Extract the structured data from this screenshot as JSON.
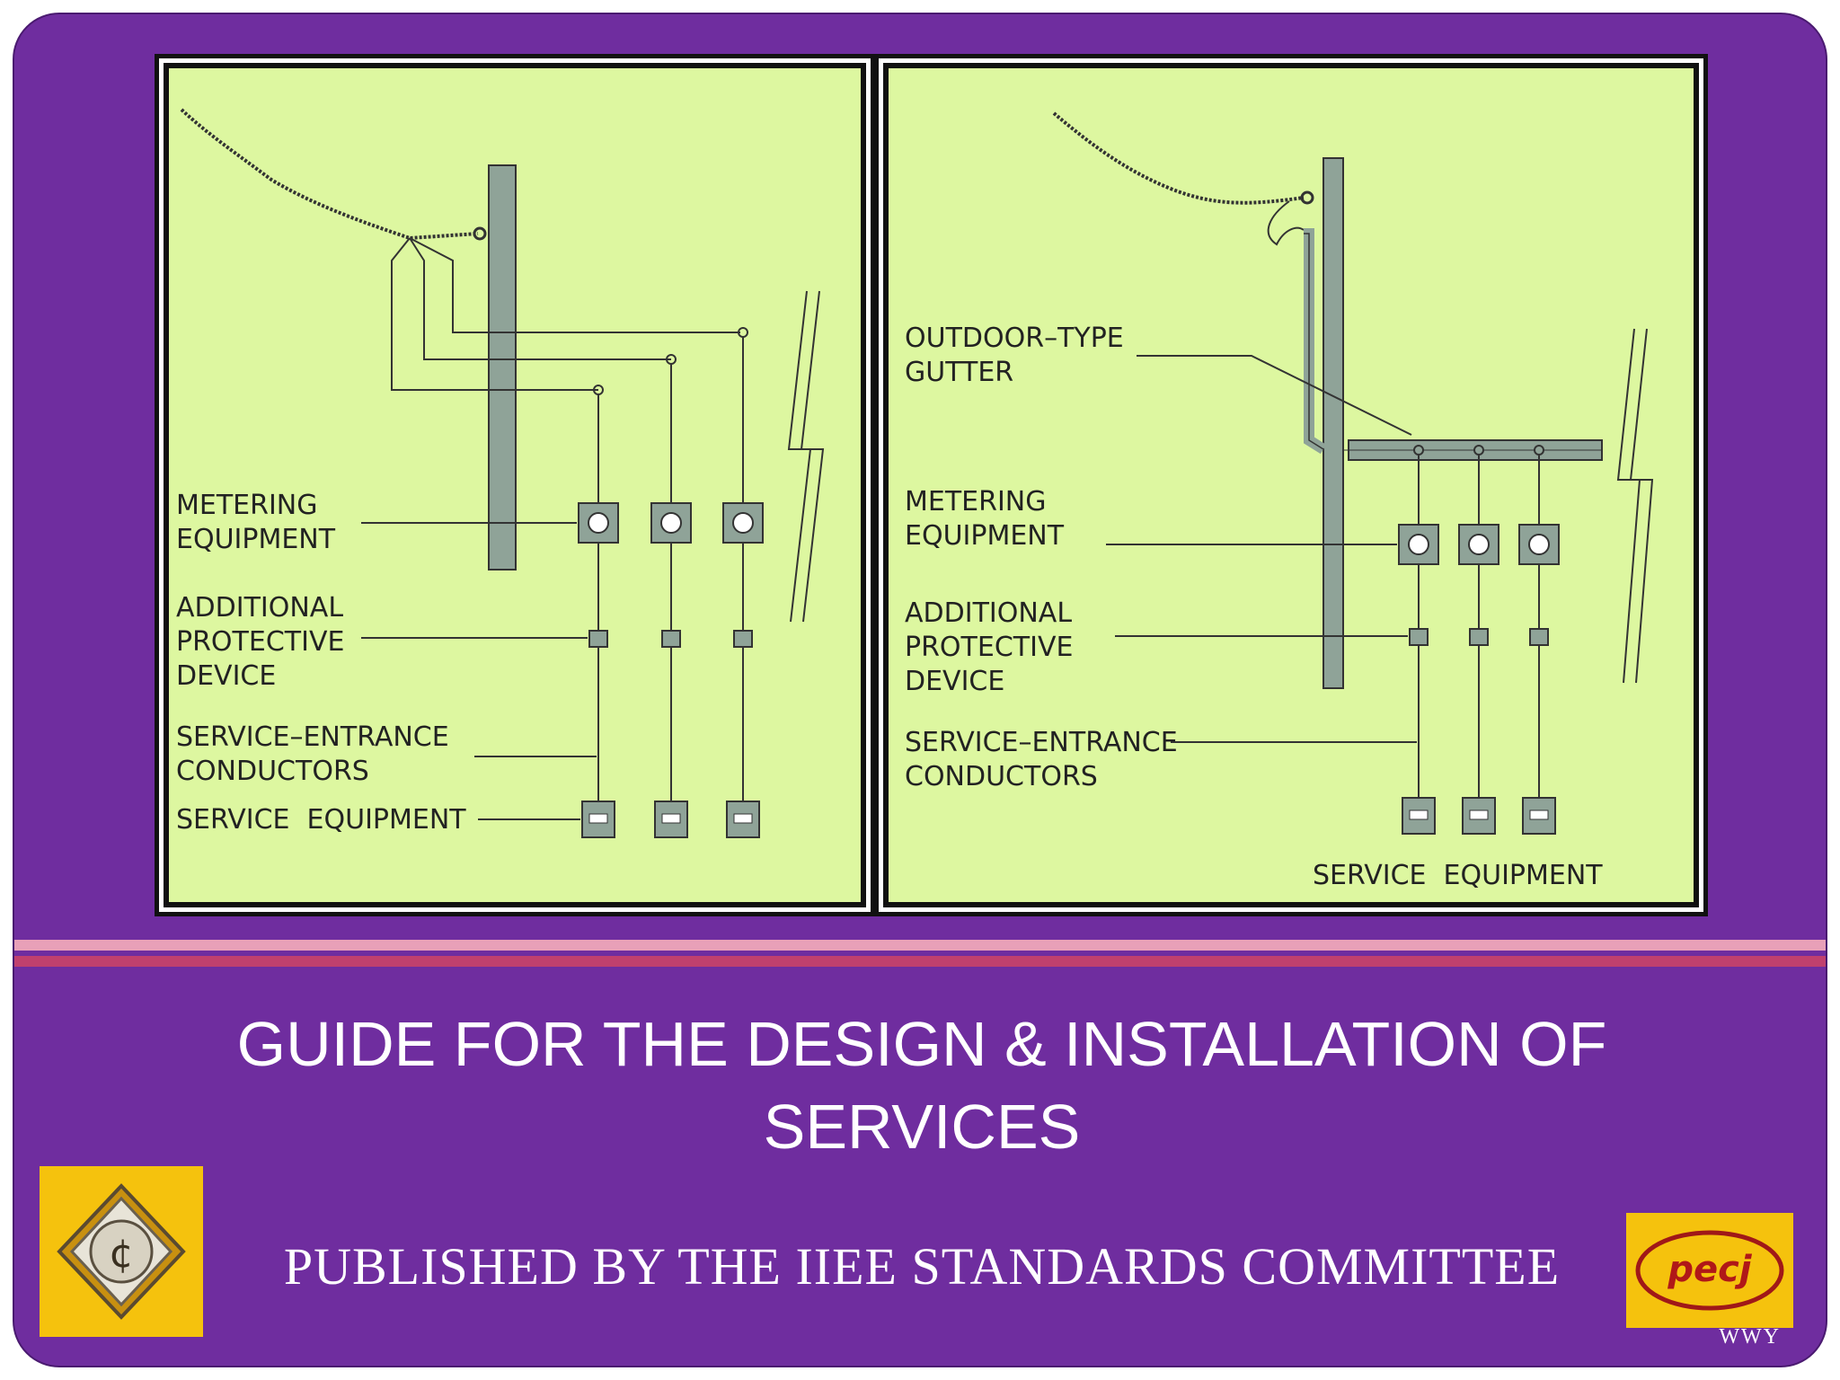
{
  "slide": {
    "title_line1": "GUIDE FOR THE DESIGN & INSTALLATION OF",
    "title_line2": "SERVICES",
    "publisher": "PUBLISHED BY THE IIEE STANDARDS COMMITTEE",
    "corner_mark": "WWY"
  },
  "left_diagram": {
    "labels": {
      "metering_1": "METERING",
      "metering_2": "EQUIPMENT",
      "additional_1": "ADDITIONAL",
      "additional_2": "PROTECTIVE",
      "additional_3": "DEVICE",
      "service_entrance_1": "SERVICE–ENTRANCE",
      "service_entrance_2": "CONDUCTORS",
      "service_equipment": "SERVICE  EQUIPMENT"
    }
  },
  "right_diagram": {
    "labels": {
      "gutter_1": "OUTDOOR–TYPE",
      "gutter_2": "GUTTER",
      "metering_1": "METERING",
      "metering_2": "EQUIPMENT",
      "additional_1": "ADDITIONAL",
      "additional_2": "PROTECTIVE",
      "additional_3": "DEVICE",
      "service_entrance_1": "SERVICE–ENTRANCE",
      "service_entrance_2": "CONDUCTORS",
      "service_equipment": "SERVICE  EQUIPMENT"
    }
  },
  "colors": {
    "slide_background": "#6f2d9f",
    "diagram_background": "#ddf7a0",
    "stripe_light": "#e8a0b8",
    "stripe_dark": "#c0406e",
    "logo_background": "#f5c20d"
  },
  "logos": {
    "left": "iiee-logo-icon",
    "right": "peci-logo-icon",
    "right_text": "pecj"
  }
}
